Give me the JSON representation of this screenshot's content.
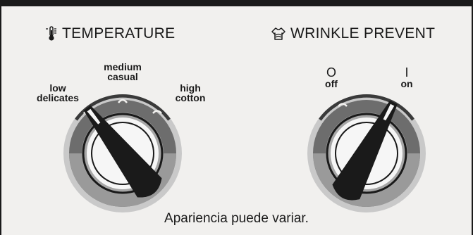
{
  "temperature": {
    "title": "TEMPERATURE",
    "icon": "thermometer-icon",
    "options": [
      {
        "line1": "low",
        "line2": "delicates"
      },
      {
        "line1": "medium",
        "line2": "casual"
      },
      {
        "line1": "high",
        "line2": "cotton"
      }
    ],
    "selected": "low delicates"
  },
  "wrinkle": {
    "title": "WRINKLE PREVENT",
    "icon": "shirt-icon",
    "options": [
      {
        "symbol": "O",
        "label": "off"
      },
      {
        "symbol": "I",
        "label": "on"
      }
    ],
    "selected": "on"
  },
  "footer": "Apariencia puede variar.",
  "colors": {
    "ring_dark": "#6d6d6d",
    "ring_mid": "#a6a6a6",
    "ring_light": "#c9c9c9",
    "knob": "#1a1a1a",
    "background": "#f1f0ee"
  }
}
